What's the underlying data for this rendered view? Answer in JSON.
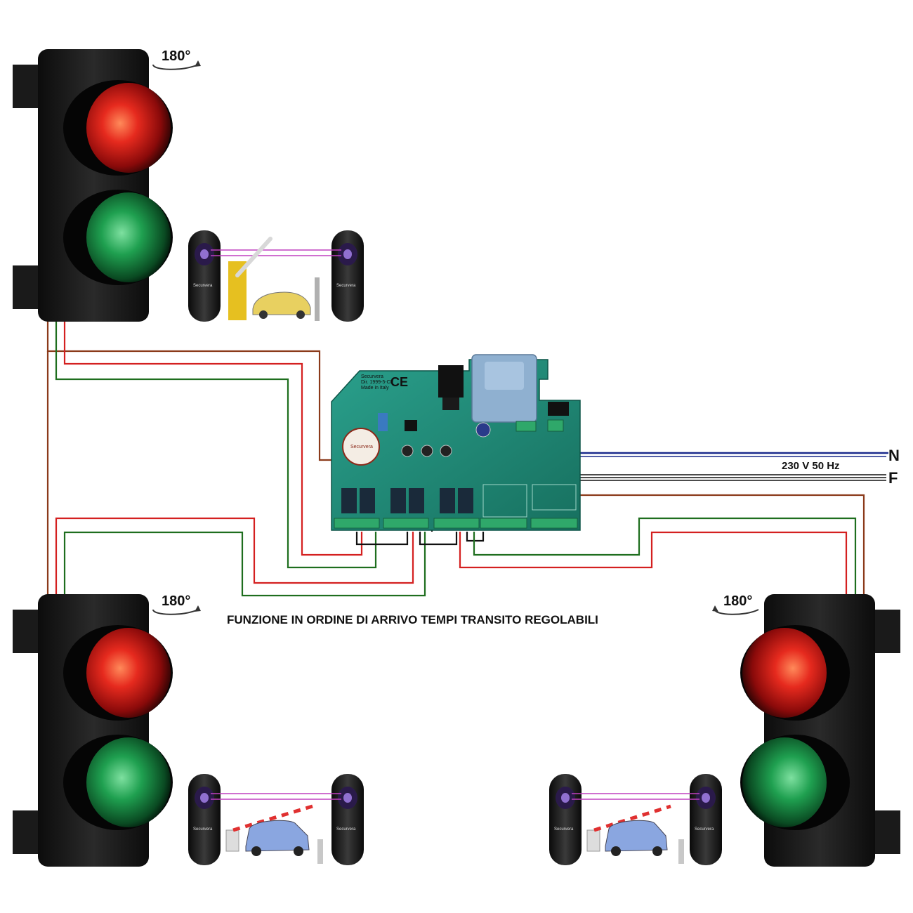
{
  "caption": "FUNZIONE IN ORDINE DI ARRIVO TEMPI TRANSITO REGOLABILI",
  "rotation_badge": "180°",
  "power": {
    "neutral": "N",
    "phase": "F",
    "rating": "230 V 50 Hz"
  },
  "controller": {
    "brand": "Securvera",
    "directive": "Dir. 1999-5-CE",
    "origin": "Made in Italy",
    "ce_mark": "CE",
    "seal_text": "Securvera"
  },
  "sensor_brand": "Securvera",
  "colors": {
    "red_wire": "#d42020",
    "green_wire": "#1e6e1e",
    "brown_wire": "#8b3a1a",
    "blue_wire": "#1a2a8c",
    "black_wire": "#111111",
    "pcb": "#1f8a7a",
    "red_lamp": "#e02020",
    "green_lamp": "#1fa050",
    "beam": "#c040c0"
  },
  "icons": [
    "traffic-light-icon",
    "photocell-icon",
    "barrier-icon",
    "car-icon",
    "rotation-icon",
    "ce-mark-icon",
    "transformer-icon"
  ]
}
